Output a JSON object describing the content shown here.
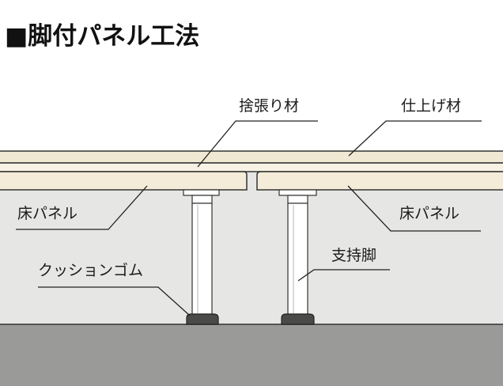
{
  "title": "■脚付パネル工法",
  "labels": {
    "subfloor": "捨張り材",
    "finish": "仕上げ材",
    "panel_left": "床パネル",
    "panel_right": "床パネル",
    "cushion": "クッションゴム",
    "support": "支持脚"
  },
  "colors": {
    "background_wall": "#e6e6e4",
    "finish_layer": "#f1e8d3",
    "subfloor_layer": "#f7f2e4",
    "panel": "#f4ecd8",
    "slab": "#9a9a98",
    "rubber": "#4a4a48",
    "leg": "#ffffff",
    "outline": "#333333"
  }
}
